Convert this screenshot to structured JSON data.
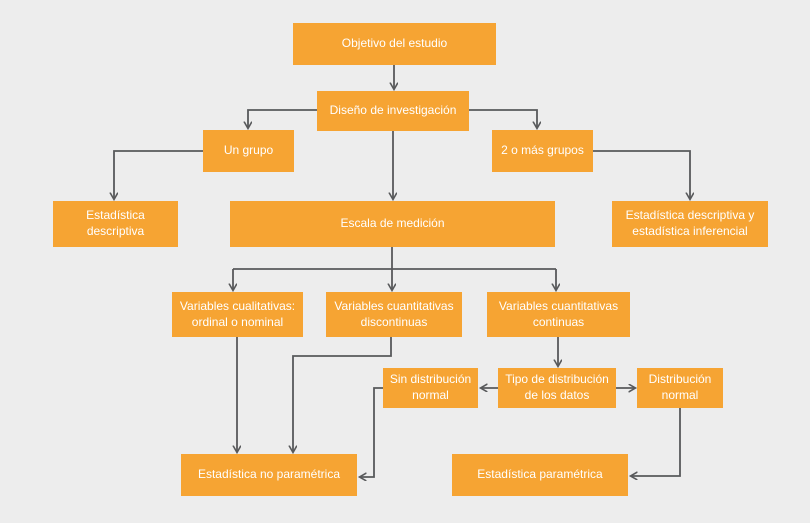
{
  "diagram_title": "",
  "colors": {
    "box_fill": "#F6A433",
    "box_text": "#FFFFFF",
    "connector_line": "#58595B",
    "background": "#EDEDED"
  },
  "nodes": {
    "objetivo": "Objetivo del estudio",
    "diseno": "Diseño de investigación",
    "un_grupo": "Un grupo",
    "dos_grupos": "2 o más grupos",
    "estadistica_descriptiva": "Estadística\ndescriptiva",
    "escala": "Escala de medición",
    "estadistica_descriptiva_inferencial": "Estadística descriptiva y\nestadística inferencial",
    "variables_cualitativas": "Variables cualitativas:\nordinal o nominal",
    "variables_cuantitativas_discontinuas": "Variables cuantitativas\ndiscontinuas",
    "variables_cuantitativas_continuas": "Variables cuantitativas\ncontinuas",
    "sin_distribucion_normal": "Sin distribución\nnormal",
    "tipo_distribucion": "Tipo de distribución\nde los datos",
    "distribucion_normal": "Distribución\nnormal",
    "estadistica_no_parametrica": "Estadística no paramétrica",
    "estadistica_parametrica": "Estadística paramétrica"
  },
  "edges": [
    {
      "from": "objetivo",
      "to": "diseno"
    },
    {
      "from": "diseno",
      "to": "un_grupo"
    },
    {
      "from": "diseno",
      "to": "dos_grupos"
    },
    {
      "from": "diseno",
      "to": "escala"
    },
    {
      "from": "un_grupo",
      "to": "estadistica_descriptiva"
    },
    {
      "from": "dos_grupos",
      "to": "estadistica_descriptiva_inferencial"
    },
    {
      "from": "escala",
      "to": "variables_cualitativas"
    },
    {
      "from": "escala",
      "to": "variables_cuantitativas_discontinuas"
    },
    {
      "from": "escala",
      "to": "variables_cuantitativas_continuas"
    },
    {
      "from": "variables_cuantitativas_continuas",
      "to": "tipo_distribucion"
    },
    {
      "from": "tipo_distribucion",
      "to": "sin_distribucion_normal"
    },
    {
      "from": "tipo_distribucion",
      "to": "distribucion_normal"
    },
    {
      "from": "variables_cualitativas",
      "to": "estadistica_no_parametrica"
    },
    {
      "from": "variables_cuantitativas_discontinuas",
      "to": "estadistica_no_parametrica"
    },
    {
      "from": "sin_distribucion_normal",
      "to": "estadistica_no_parametrica"
    },
    {
      "from": "distribucion_normal",
      "to": "estadistica_parametrica"
    }
  ]
}
